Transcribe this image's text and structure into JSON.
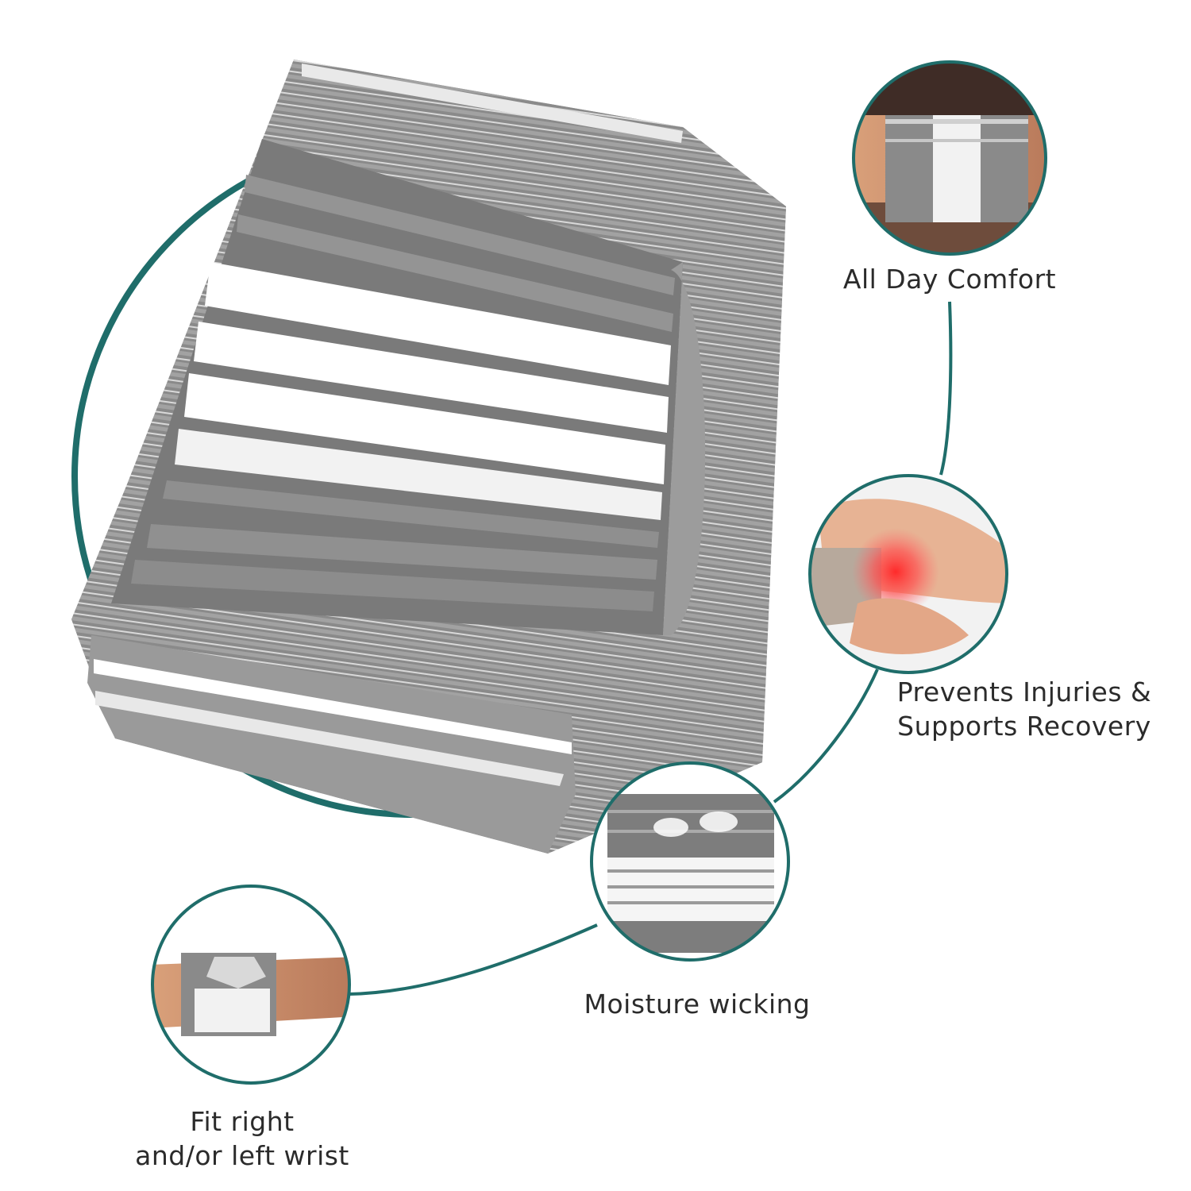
{
  "accent_color": "#1f6d6a",
  "product": {
    "stripe_dark": "#7b7b7b",
    "stripe_light": "#ffffff",
    "edge": "#8f8f8f"
  },
  "features": [
    {
      "name": "all-day-comfort",
      "label": "All Day Comfort",
      "icon": "wrist-wrap-on-arm"
    },
    {
      "name": "prevents-injuries",
      "label_line1": "Prevents Injuries &",
      "label_line2": "Supports Recovery",
      "icon": "wrist-pain-hand"
    },
    {
      "name": "moisture-wicking",
      "label": "Moisture wicking",
      "icon": "fabric-steam"
    },
    {
      "name": "fit-either-wrist",
      "label_line1": "Fit right",
      "label_line2": "and/or left wrist",
      "icon": "wrist-wrap-on-arm"
    }
  ]
}
